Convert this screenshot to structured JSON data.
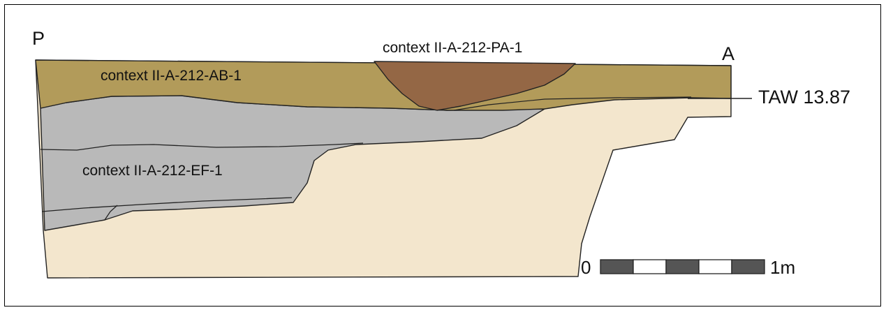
{
  "labels": {
    "left_corner": "P",
    "right_corner": "A",
    "context_pa": "context II-A-212-PA-1",
    "context_ab": "context II-A-212-AB-1",
    "context_ef": "context II-A-212-EF-1",
    "taw": "TAW 13.87"
  },
  "scale_bar": {
    "start_label": "0",
    "end_label": "1m",
    "segments": 5
  },
  "colors": {
    "topsoil_ab": "#b29b5a",
    "pit_pa": "#946745",
    "grey_ef": "#b9b9b9",
    "sand": "#f3e6cd",
    "outline": "#222222",
    "scale_dark": "#555555",
    "scale_light": "#ffffff"
  }
}
